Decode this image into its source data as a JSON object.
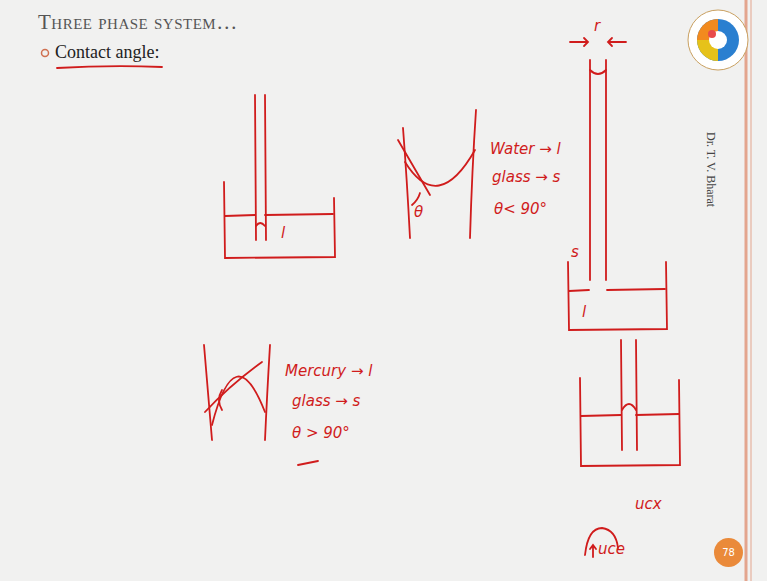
{
  "diagram": {
    "title": "Three phase system…",
    "nodes": [
      {
        "text": [
          "78"
        ]
      }
    ],
    "labels": [
      "Contact angle:",
      "l",
      "θ",
      "Water → l",
      "glass → s",
      "θ< 90°",
      "r",
      "s",
      "l",
      "Mercury → l",
      "glass → s",
      "θ > 90°",
      "Dr. T. V. Bharat",
      "ucx",
      "uce"
    ]
  }
}
